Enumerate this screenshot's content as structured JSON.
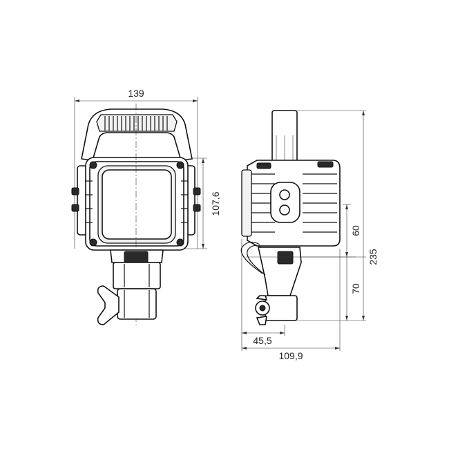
{
  "drawing": {
    "front_view": {
      "width_dim": "139",
      "height_dim": "107,6"
    },
    "side_view": {
      "depth_dim": "109,9",
      "mount_offset_dim": "45,5",
      "total_height_dim": "235",
      "upper_dim": "60",
      "lower_dim": "70"
    }
  }
}
